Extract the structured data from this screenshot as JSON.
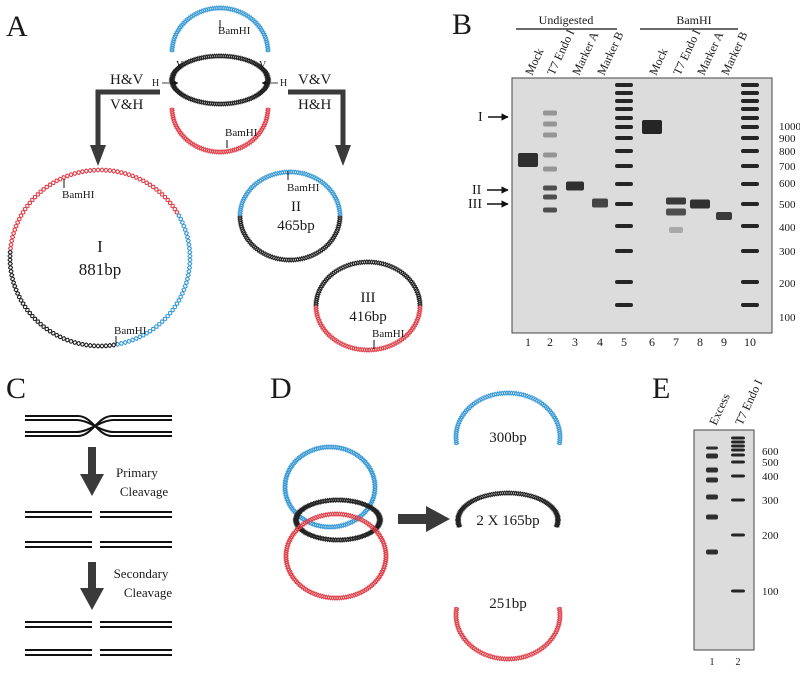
{
  "colors": {
    "blue": "#3a9ad6",
    "red": "#e0404a",
    "black": "#222222",
    "arrow": "#3a3a3a",
    "gel_bg": "#dcdcdc"
  },
  "panels": {
    "a": "A",
    "b": "B",
    "c": "C",
    "d": "D",
    "e": "E"
  },
  "panel_a": {
    "bamhi": "BamHI",
    "v": "V",
    "h": "H",
    "left_top": "H&V",
    "left_bottom": "V&H",
    "right_top": "V&V",
    "right_bottom": "H&H",
    "circle1_label": "I",
    "circle1_size": "881bp",
    "circle2_label": "II",
    "circle2_size": "465bp",
    "circle3_label": "III",
    "circle3_size": "416bp"
  },
  "panel_b": {
    "group1": "Undigested",
    "group2": "BamHI",
    "lanes": [
      "Mock",
      "T7 Endo I",
      "Marker A",
      "Marker B",
      "",
      "Mock",
      "T7 Endo I",
      "Marker A",
      "Marker B",
      ""
    ],
    "lane_numbers": [
      "1",
      "2",
      "3",
      "4",
      "5",
      "6",
      "7",
      "8",
      "9",
      "10"
    ],
    "size_ticks": [
      "1000",
      "900",
      "800",
      "700",
      "600",
      "500",
      "400",
      "300",
      "200",
      "100"
    ],
    "arrows": [
      "I",
      "II",
      "III"
    ]
  },
  "panel_c": {
    "primary": [
      "Primary",
      "Cleavage"
    ],
    "secondary": [
      "Secondary",
      "Cleavage"
    ]
  },
  "panel_d": {
    "frag1": "300bp",
    "frag2": "2 X 165bp",
    "frag3": "251bp"
  },
  "panel_e": {
    "lanes": [
      "Excess",
      "T7 Endo I"
    ],
    "lane_numbers": [
      "1",
      "2"
    ],
    "size_ticks": [
      "600",
      "500",
      "400",
      "300",
      "200",
      "100"
    ]
  }
}
